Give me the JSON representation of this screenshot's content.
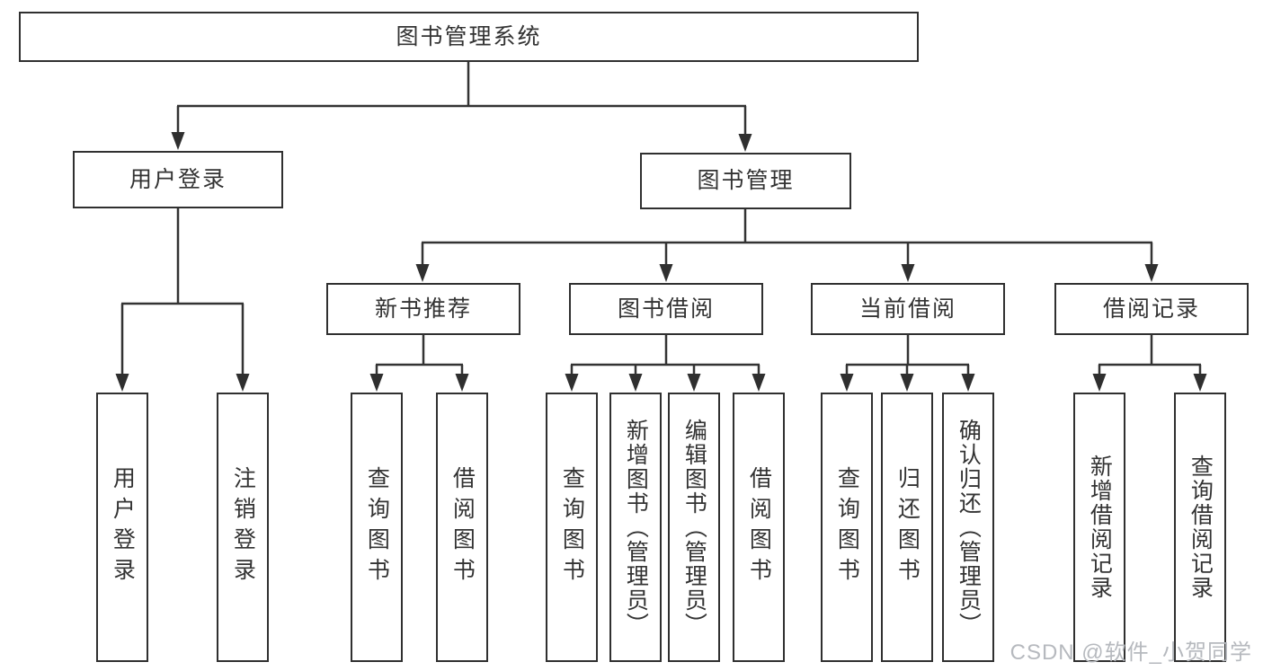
{
  "nodes": {
    "root": "图书管理系统",
    "user_login": "用户登录",
    "book_management": "图书管理",
    "new_book_recommend": "新书推荐",
    "book_borrow": "图书借阅",
    "current_borrow": "当前借阅",
    "borrow_record": "借阅记录",
    "leaf_user_login": "用户登录",
    "leaf_logout": "注销登录",
    "leaf_query_book_recommend": "查询图书",
    "leaf_borrow_book_recommend": "借阅图书",
    "leaf_query_book_borrow": "查询图书",
    "leaf_add_book_admin": "新增图书（管理员）",
    "leaf_edit_book_admin": "编辑图书（管理员）",
    "leaf_borrow_book_borrow": "借阅图书",
    "leaf_query_book_current": "查询图书",
    "leaf_return_book": "归还图书",
    "leaf_confirm_return_admin": "确认归还（管理员）",
    "leaf_add_borrow_record": "新增借阅记录",
    "leaf_query_borrow_record": "查询借阅记录"
  },
  "watermark": "CSDN @软件_小贺同学",
  "colors": {
    "line": "#333333",
    "box_border": "#303030",
    "text": "#333333",
    "watermark": "#b6b9be",
    "background": "#ffffff"
  }
}
